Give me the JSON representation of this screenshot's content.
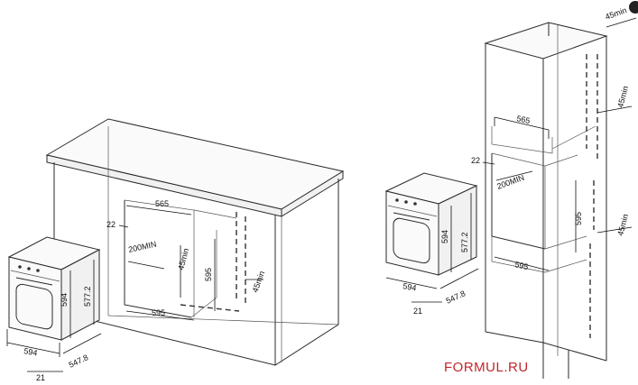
{
  "left_view": {
    "niche_width": "565",
    "front_offset": "22",
    "top_gap": "200MIN",
    "bottom_gap": "45min",
    "niche_height": "595",
    "side_gap": "45min",
    "base_width": "595"
  },
  "left_oven": {
    "height": "594",
    "inner_height": "577.2",
    "width": "594",
    "depth": "547.8",
    "panel": "21"
  },
  "right_view": {
    "top_gap": "45min",
    "niche_width": "565",
    "front_offset": "22",
    "inner_gap": "200MIN",
    "rear_gap_upper": "45min",
    "niche_height": "595",
    "rear_gap_lower": "45min",
    "base_width": "595"
  },
  "right_oven": {
    "height": "594",
    "inner_height": "577.2",
    "width": "594",
    "depth": "547.8",
    "panel": "21"
  },
  "watermark": "FORMUL.RU"
}
